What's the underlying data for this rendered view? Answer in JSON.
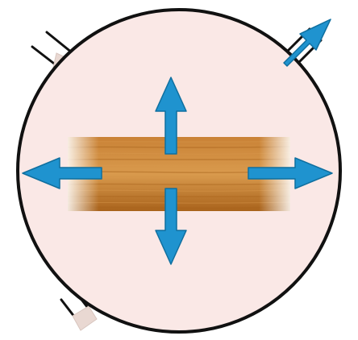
{
  "diagram": {
    "colors": {
      "chamber_fill": "#fae8e6",
      "chamber_outline": "#111111",
      "arrow_fill": "#1f93cf",
      "arrow_edge": "#0f6f9f",
      "port_plug": "#e9d8d2",
      "wood_dark": "#a9631c",
      "wood_mid": "#c98236",
      "wood_light": "#d99a4d"
    },
    "icons": {
      "chamber": "circular-chamber",
      "board": "wood-board",
      "arrows": "directional-arrows",
      "ports": "pipe-ports"
    }
  }
}
